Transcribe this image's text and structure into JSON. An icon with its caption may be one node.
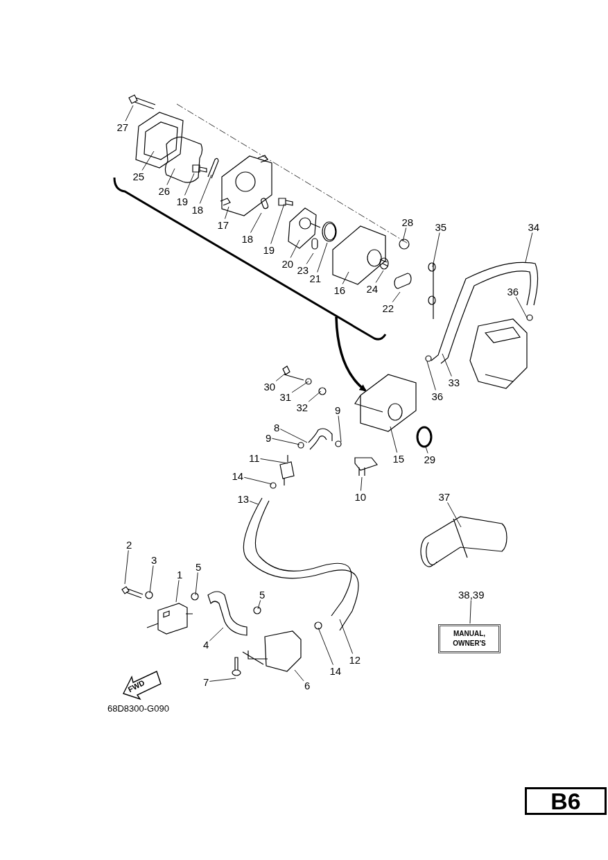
{
  "diagram": {
    "nodes": [
      {
        "text": [],
        "shape": "picture"
      },
      {
        "text": [
          "27"
        ]
      },
      {
        "text": [
          "25"
        ]
      },
      {
        "text": [
          "26"
        ]
      },
      {
        "text": [
          "19"
        ]
      },
      {
        "text": [
          "18"
        ]
      },
      {
        "text": [
          "17"
        ]
      },
      {
        "text": [
          "18"
        ]
      },
      {
        "text": [
          "19"
        ]
      },
      {
        "text": [
          "20"
        ]
      },
      {
        "text": [
          "23"
        ]
      },
      {
        "text": [
          "21"
        ]
      },
      {
        "text": [
          "16"
        ]
      },
      {
        "text": [
          "28"
        ]
      },
      {
        "text": [
          "24"
        ]
      },
      {
        "text": [
          "22"
        ]
      },
      {
        "text": [
          "35"
        ]
      },
      {
        "text": [
          "34"
        ]
      },
      {
        "text": [
          "36"
        ]
      },
      {
        "text": [
          "33"
        ]
      },
      {
        "text": [
          "36"
        ]
      },
      {
        "text": [
          "30"
        ]
      },
      {
        "text": [
          "31"
        ]
      },
      {
        "text": [
          "32"
        ]
      },
      {
        "text": [
          "9"
        ]
      },
      {
        "text": [
          "15"
        ]
      },
      {
        "text": [
          "29"
        ]
      },
      {
        "text": [
          "8"
        ]
      },
      {
        "text": [
          "9"
        ]
      },
      {
        "text": [
          "11"
        ]
      },
      {
        "text": [
          "10"
        ]
      },
      {
        "text": [
          "14"
        ]
      },
      {
        "text": [
          "13"
        ]
      },
      {
        "text": [
          "37"
        ]
      },
      {
        "text": [
          "2"
        ]
      },
      {
        "text": [
          "3"
        ]
      },
      {
        "text": [
          "1"
        ]
      },
      {
        "text": [
          "5"
        ]
      },
      {
        "text": [
          "5"
        ]
      },
      {
        "text": [
          "4"
        ]
      },
      {
        "text": [
          "38,39"
        ]
      },
      {
        "text": [
          "MANUAL, OWNER'S"
        ]
      },
      {
        "text": [
          "12"
        ]
      },
      {
        "text": [
          "14"
        ]
      },
      {
        "text": [
          "6"
        ]
      },
      {
        "text": [
          "7"
        ]
      }
    ],
    "edges": [
      {
        "from": null,
        "to": 0,
        "arrow": "to",
        "style": "thick"
      },
      {
        "from": 1,
        "to": null,
        "arrow": "none"
      },
      {
        "from": 2,
        "to": null,
        "arrow": "none"
      },
      {
        "from": 3,
        "to": null,
        "arrow": "none"
      },
      {
        "from": 4,
        "to": null,
        "arrow": "none"
      },
      {
        "from": 5,
        "to": null,
        "arrow": "none"
      },
      {
        "from": 6,
        "to": null,
        "arrow": "none"
      },
      {
        "from": 7,
        "to": null,
        "arrow": "none"
      },
      {
        "from": 8,
        "to": null,
        "arrow": "none"
      },
      {
        "from": 9,
        "to": null,
        "arrow": "none"
      },
      {
        "from": 10,
        "to": null,
        "arrow": "none"
      },
      {
        "from": 11,
        "to": null,
        "arrow": "none"
      },
      {
        "from": 12,
        "to": null,
        "arrow": "none"
      },
      {
        "from": 13,
        "to": null,
        "arrow": "none"
      },
      {
        "from": 14,
        "to": null,
        "arrow": "none"
      },
      {
        "from": 15,
        "to": null,
        "arrow": "none"
      },
      {
        "from": 16,
        "to": null,
        "arrow": "none"
      },
      {
        "from": 17,
        "to": null,
        "arrow": "none"
      },
      {
        "from": 18,
        "to": null,
        "arrow": "none"
      },
      {
        "from": 19,
        "to": null,
        "arrow": "none"
      },
      {
        "from": 20,
        "to": null,
        "arrow": "none"
      },
      {
        "from": 21,
        "to": null,
        "arrow": "none"
      },
      {
        "from": 22,
        "to": null,
        "arrow": "none"
      },
      {
        "from": 23,
        "to": null,
        "arrow": "none"
      },
      {
        "from": 24,
        "to": null,
        "arrow": "none"
      },
      {
        "from": 25,
        "to": 0,
        "arrow": "none"
      },
      {
        "from": 26,
        "to": null,
        "arrow": "none"
      },
      {
        "from": 27,
        "to": null,
        "arrow": "none"
      },
      {
        "from": 28,
        "to": null,
        "arrow": "none"
      },
      {
        "from": 29,
        "to": null,
        "arrow": "none"
      },
      {
        "from": 30,
        "to": null,
        "arrow": "none"
      },
      {
        "from": 31,
        "to": null,
        "arrow": "none"
      },
      {
        "from": 32,
        "to": null,
        "arrow": "none"
      },
      {
        "from": 33,
        "to": null,
        "arrow": "none"
      },
      {
        "from": 34,
        "to": null,
        "arrow": "none"
      },
      {
        "from": 35,
        "to": null,
        "arrow": "none"
      },
      {
        "from": 36,
        "to": null,
        "arrow": "none"
      },
      {
        "from": 37,
        "to": null,
        "arrow": "none"
      },
      {
        "from": 38,
        "to": null,
        "arrow": "none"
      },
      {
        "from": 39,
        "to": null,
        "arrow": "none"
      },
      {
        "from": 40,
        "to": 41,
        "arrow": "none"
      },
      {
        "from": 42,
        "to": null,
        "arrow": "none"
      },
      {
        "from": 43,
        "to": null,
        "arrow": "none"
      },
      {
        "from": 44,
        "to": null,
        "arrow": "none"
      },
      {
        "from": 45,
        "to": null,
        "arrow": "none"
      }
    ],
    "labels": [
      "FWD",
      "68D8300-G090",
      "B6"
    ]
  }
}
